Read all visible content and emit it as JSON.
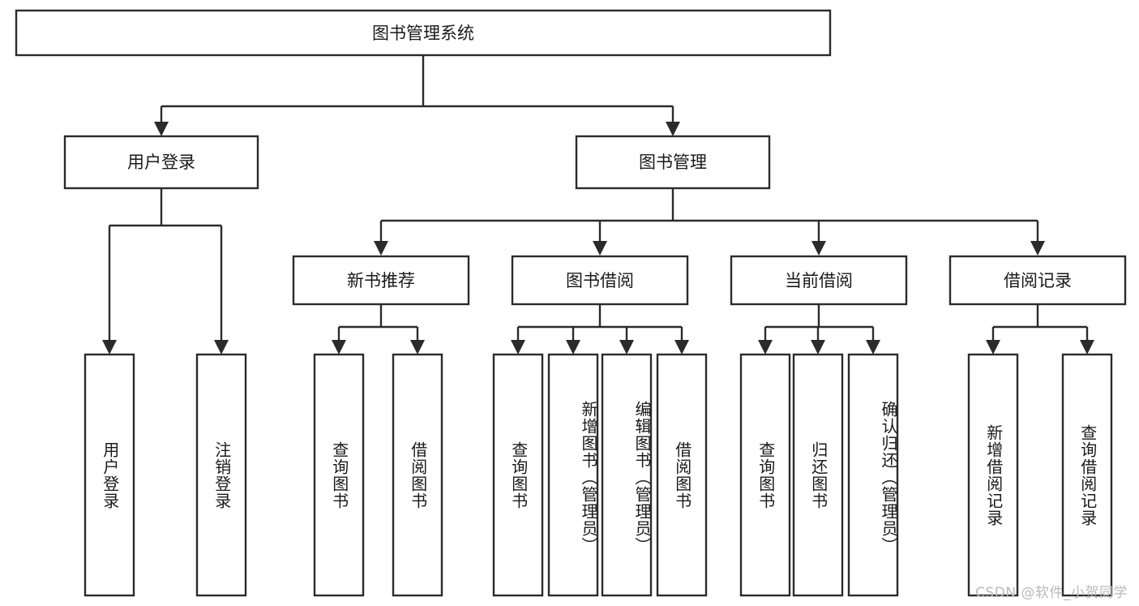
{
  "diagram": {
    "type": "tree-hierarchy",
    "title_node": {
      "id": "root",
      "label": "图书管理系统"
    },
    "level2": [
      {
        "id": "user-login",
        "label": "用户登录"
      },
      {
        "id": "book-management",
        "label": "图书管理"
      }
    ],
    "level3": [
      {
        "id": "new-book-recommend",
        "label": "新书推荐",
        "parent": "book-management"
      },
      {
        "id": "book-borrow",
        "label": "图书借阅",
        "parent": "book-management"
      },
      {
        "id": "current-borrow",
        "label": "当前借阅",
        "parent": "book-management"
      },
      {
        "id": "borrow-record",
        "label": "借阅记录",
        "parent": "book-management"
      }
    ],
    "leaves": [
      {
        "id": "leaf-user-login",
        "label": "用户登录",
        "parent": "user-login"
      },
      {
        "id": "leaf-logout-login",
        "label": "注销登录",
        "parent": "user-login"
      },
      {
        "id": "leaf-query-book-1",
        "label": "查询图书",
        "parent": "new-book-recommend"
      },
      {
        "id": "leaf-borrow-book-1",
        "label": "借阅图书",
        "parent": "new-book-recommend"
      },
      {
        "id": "leaf-query-book-2",
        "label": "查询图书",
        "parent": "book-borrow"
      },
      {
        "id": "leaf-add-book",
        "label": "新增图书（管理员）",
        "parent": "book-borrow"
      },
      {
        "id": "leaf-edit-book",
        "label": "编辑图书（管理员）",
        "parent": "book-borrow"
      },
      {
        "id": "leaf-borrow-book-2",
        "label": "借阅图书",
        "parent": "book-borrow"
      },
      {
        "id": "leaf-query-book-3",
        "label": "查询图书",
        "parent": "current-borrow"
      },
      {
        "id": "leaf-return-book",
        "label": "归还图书",
        "parent": "current-borrow"
      },
      {
        "id": "leaf-confirm-return",
        "label": "确认归还（管理员）",
        "parent": "current-borrow"
      },
      {
        "id": "leaf-add-record",
        "label": "新增借阅记录",
        "parent": "borrow-record"
      },
      {
        "id": "leaf-query-record",
        "label": "查询借阅记录",
        "parent": "borrow-record"
      }
    ]
  },
  "watermark": {
    "text": "CSDN @软件_小贺同学"
  },
  "colors": {
    "stroke": "#2b2b2b",
    "fill": "#ffffff",
    "text": "#1a1a1a",
    "watermark": "#b9b9b9"
  }
}
